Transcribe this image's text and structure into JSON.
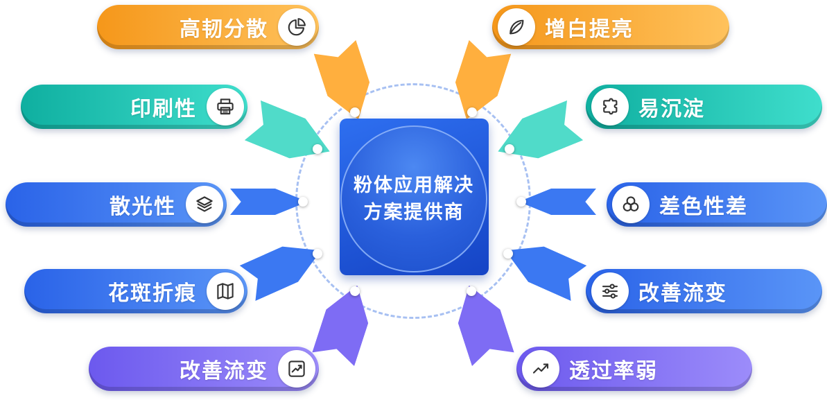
{
  "center": {
    "title_line1": "粉体应用解决",
    "title_line2": "方案提供商"
  },
  "pills_left": [
    {
      "label": "高韧分散",
      "icon": "pie-chart-icon",
      "theme": "orange"
    },
    {
      "label": "印刷性",
      "icon": "print-icon",
      "theme": "teal"
    },
    {
      "label": "散光性",
      "icon": "layers-icon",
      "theme": "blue"
    },
    {
      "label": "花斑折痕",
      "icon": "map-icon",
      "theme": "blue"
    },
    {
      "label": "改善流变",
      "icon": "chart-arrow-icon",
      "theme": "purple"
    }
  ],
  "pills_right": [
    {
      "label": "增白提亮",
      "icon": "leaf-icon",
      "theme": "orange"
    },
    {
      "label": "易沉淀",
      "icon": "puzzle-icon",
      "theme": "teal"
    },
    {
      "label": "差色性差",
      "icon": "color-circles-icon",
      "theme": "blue"
    },
    {
      "label": "改善流变",
      "icon": "sliders-icon",
      "theme": "blue"
    },
    {
      "label": "透过率弱",
      "icon": "trend-line-icon",
      "theme": "purple"
    }
  ],
  "colors": {
    "orange_start": "#F5971A",
    "orange_end": "#FFC25C",
    "teal_start": "#0FAFA0",
    "teal_end": "#3FDECC",
    "blue_start": "#2A63E8",
    "blue_end": "#5A95F7",
    "purple_start": "#6C59EE",
    "purple_end": "#9C8CFA",
    "arrow_orange": "#FFAF3E",
    "arrow_teal": "#50DBC9",
    "arrow_blue": "#3B78F2",
    "arrow_purple": "#7E6CF4",
    "center_square": "#2E6FF0",
    "center_circle": "#2A60DC",
    "dashed_ring": "#A7C0F2",
    "background": "#FFFFFF"
  }
}
